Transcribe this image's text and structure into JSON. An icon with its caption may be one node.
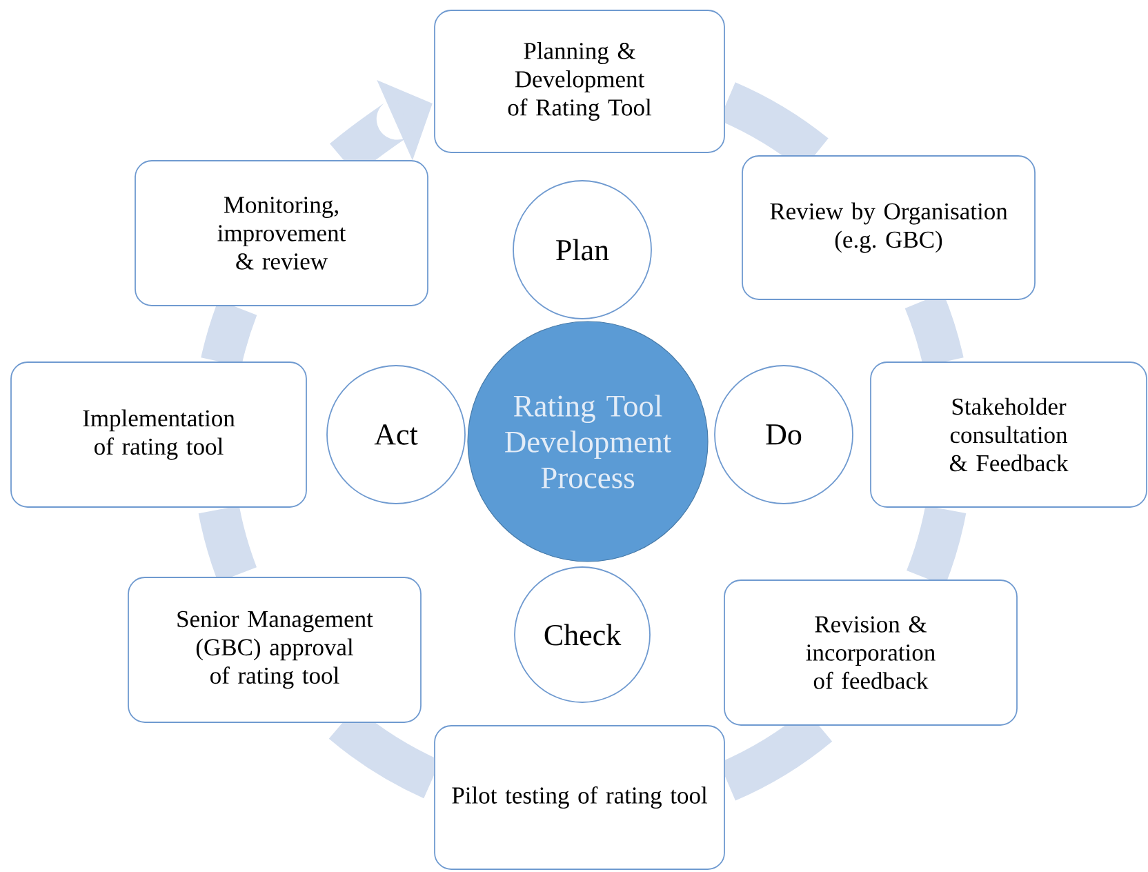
{
  "diagram": {
    "nodes": [
      {
        "text": [
          "Planning & Development of Rating Tool"
        ]
      },
      {
        "text": [
          "Review by Organisation (e.g. GBC)"
        ]
      },
      {
        "text": [
          "Stakeholder consultation & Feedback"
        ]
      },
      {
        "text": [
          "Revision & incorporation of feedback"
        ]
      },
      {
        "text": [
          "Pilot testing of rating tool"
        ]
      },
      {
        "text": [
          "Senior Management (GBC) approval of rating tool"
        ]
      },
      {
        "text": [
          "Implementation of rating tool"
        ]
      },
      {
        "text": [
          "Monitoring, improvement & review"
        ]
      },
      {
        "text": [
          "Plan"
        ]
      },
      {
        "text": [
          "Act"
        ]
      },
      {
        "text": [
          "Rating Tool Development Process"
        ]
      },
      {
        "text": [
          "Do"
        ]
      },
      {
        "text": [
          "Check"
        ]
      }
    ],
    "edges": [
      {
        "from": 0,
        "to": 1,
        "arrow": "none"
      },
      {
        "from": 1,
        "to": 2,
        "arrow": "none"
      },
      {
        "from": 2,
        "to": 3,
        "arrow": "none"
      },
      {
        "from": 3,
        "to": 4,
        "arrow": "none"
      },
      {
        "from": 4,
        "to": 5,
        "arrow": "none"
      },
      {
        "from": 5,
        "to": 6,
        "arrow": "none"
      },
      {
        "from": 6,
        "to": 7,
        "arrow": "none"
      },
      {
        "from": 7,
        "to": 0,
        "arrow": "to"
      }
    ]
  }
}
